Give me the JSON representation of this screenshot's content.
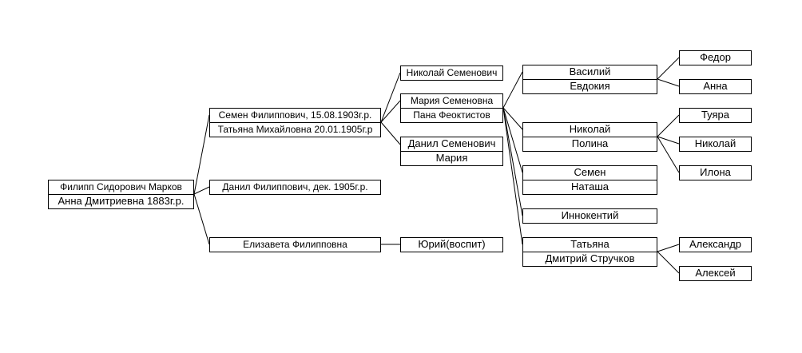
{
  "people": {
    "p1a": "Филипп Сидорович Марков",
    "p1b": "Анна Дмитриевна 1883г.р.",
    "g2_1a": "Семен Филиппович, 15.08.1903г.р.",
    "g2_1b": "Татьяна Михайловна 20.01.1905г.р",
    "g2_2": "Данил Филиппович, дек. 1905г.р.",
    "g2_3": "Елизавета Филипповна",
    "g3_1": "Николай Семенович",
    "g3_2a": "Мария Семеновна",
    "g3_2b": "Пана Феоктистов",
    "g3_3a": "Данил Семенович",
    "g3_3b": "Мария",
    "g3_4": "Юрий(воспит)",
    "g4_1a": "Василий",
    "g4_1b": "Евдокия",
    "g4_2a": "Николай",
    "g4_2b": "Полина",
    "g4_3a": "Семен",
    "g4_3b": "Наташа",
    "g4_4": "Иннокентий",
    "g4_5a": "Татьяна",
    "g4_5b": "Дмитрий Стручков",
    "g5_1": "Федор",
    "g5_2": "Анна",
    "g5_3": "Туяра",
    "g5_4": "Николай",
    "g5_5": "Илона",
    "g5_6": "Александр",
    "g5_7": "Алексей"
  }
}
